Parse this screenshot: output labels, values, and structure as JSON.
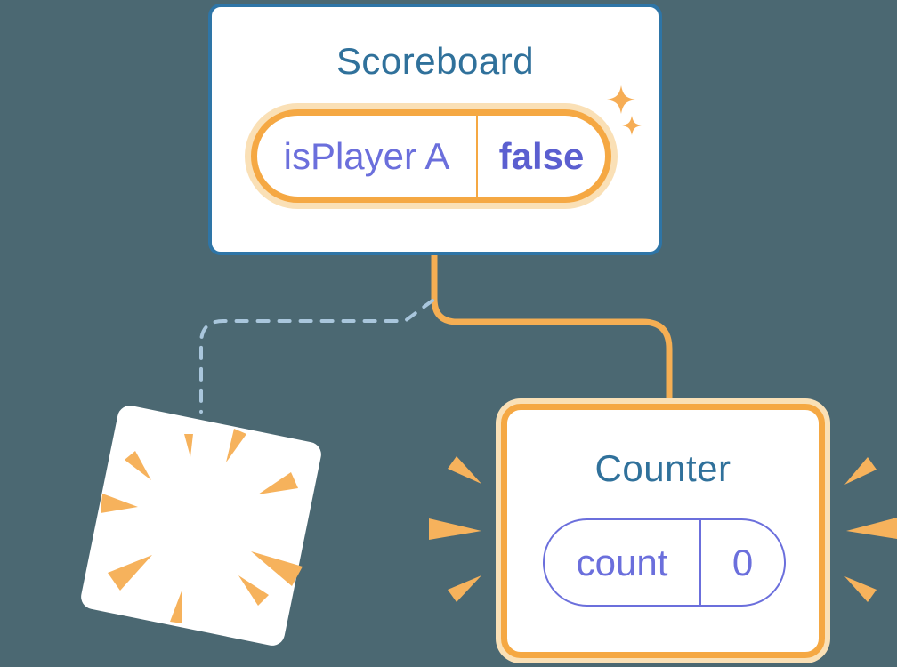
{
  "canvas": {
    "background_color": "#4B6872",
    "description": "React component-tree state diagram"
  },
  "scoreboard": {
    "title": "Scoreboard",
    "state": {
      "name": "isPlayer A",
      "value": "false"
    }
  },
  "counter": {
    "title": "Counter",
    "state": {
      "name": "count",
      "value": "0"
    }
  },
  "connections": {
    "solid_branch": {
      "style": "solid",
      "color": "#F5AE53"
    },
    "dashed_branch": {
      "style": "dashed",
      "color": "#A9C6DC"
    }
  },
  "icons": {
    "sparkles": "sparkle-icon",
    "removed_component": "poof-icon",
    "emphasis_rays": "emphasis-rays-icon"
  },
  "colors": {
    "background": "#4B6872",
    "card_background": "#FFFFFF",
    "scoreboard_border": "#2E75A7",
    "title_text": "#30719B",
    "state_text": "#6B6FDC",
    "state_value_text": "#5B5FD0",
    "orange_accent": "#F5A843",
    "orange_halo": "#FAE0B6",
    "burst_orange": "#F6B25C",
    "dashed_line": "#A9C6DC"
  }
}
